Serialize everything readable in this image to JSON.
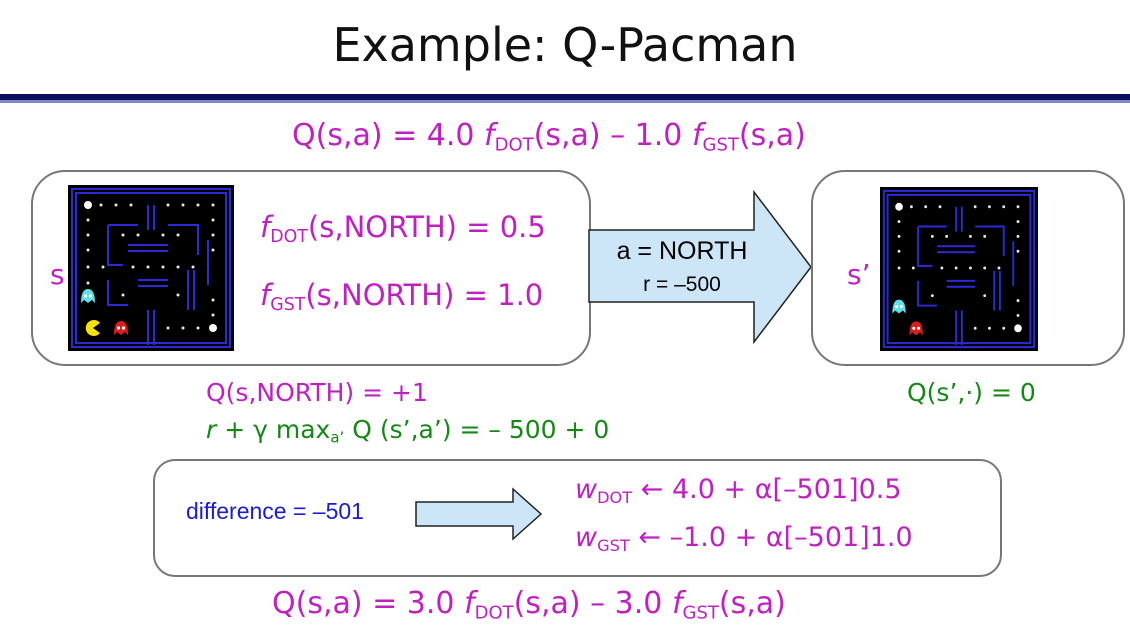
{
  "title": "Example: Q-Pacman",
  "top_equation": {
    "lhs": "Q(s,a) = 4.0",
    "f1": "f",
    "sub1": "DOT",
    "mid": "(s,a) – 1.0",
    "f2": "f",
    "sub2": "GST",
    "end": "(s,a)"
  },
  "state_s": {
    "label": "s",
    "feature_dot": {
      "f": "f",
      "sub": "DOT",
      "rest": "(s,NORTH) = 0.5"
    },
    "feature_gst": {
      "f": "f",
      "sub": "GST",
      "rest": "(s,NORTH) = 1.0"
    }
  },
  "transition": {
    "action": "a = NORTH",
    "reward": "r = –500"
  },
  "state_s_prime": {
    "label": "s’"
  },
  "q_current": "Q(s,NORTH) = +1",
  "target": {
    "r": "r",
    "rest1": " + γ max",
    "sub": "a’",
    "rest2": " Q (s’,a’) = – 500 + 0"
  },
  "q_next": "Q(s’,·) = 0",
  "update": {
    "difference": "difference = –501",
    "w_dot": {
      "w": "w",
      "sub": "DOT",
      "rest": " ← 4.0 + α[–501]0.5"
    },
    "w_gst": {
      "w": "w",
      "sub": "GST",
      "rest": " ← –1.0 + α[–501]1.0"
    }
  },
  "bottom_equation": {
    "lhs": "Q(s,a) = 3.0",
    "f1": "f",
    "sub1": "DOT",
    "mid": "(s,a) – 3.0",
    "f2": "f",
    "sub2": "GST",
    "end": "(s,a)"
  },
  "colors": {
    "magenta": "#c21fc2",
    "green": "#138a13",
    "blue": "#1a1adb",
    "arrow_fill": "#cce6f7",
    "maze_wall": "#2a2ad6",
    "ghost_cyan": "#5ee0e6",
    "ghost_red": "#e01b1b",
    "pacman": "#f5e00a"
  },
  "icons": [
    "pacman-icon",
    "cyan-ghost-icon",
    "red-ghost-icon",
    "power-pellet-icon",
    "right-arrow-icon"
  ]
}
